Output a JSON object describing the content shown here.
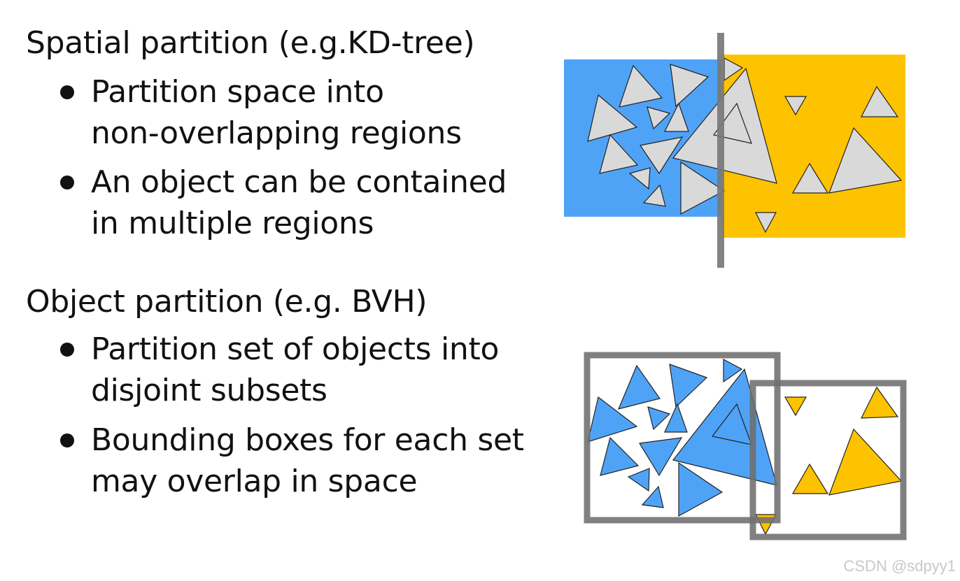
{
  "spatial": {
    "heading": "Spatial partition (e.g.KD-tree)",
    "bullets": [
      "Partition space into\nnon-overlapping regions",
      "An object can be contained\nin multiple regions"
    ]
  },
  "object": {
    "heading": "Object partition (e.g. BVH)",
    "bullets": [
      "Partition set of objects into\ndisjoint subsets",
      "Bounding boxes for each set\nmay overlap in space"
    ]
  },
  "watermark": "CSDN @sdpyy1",
  "colors": {
    "blue": "#4fa3f6",
    "yellow": "#fec300",
    "gray_triangle": "#d9d9d9",
    "divider": "#787878"
  }
}
